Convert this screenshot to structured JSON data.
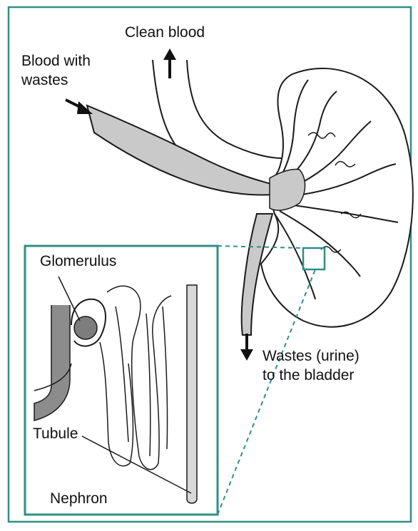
{
  "labels": {
    "clean_blood": "Clean blood",
    "blood_with_wastes_line1": "Blood with",
    "blood_with_wastes_line2": "wastes",
    "glomerulus": "Glomerulus",
    "wastes_line1": "Wastes (urine)",
    "wastes_line2": "to the bladder",
    "tubule": "Tubule",
    "nephron": "Nephron"
  },
  "colors": {
    "frame": "#2f8f86",
    "outline": "#1a1a1a",
    "vessel_fill": "#c9c9c9",
    "glomerulus_fill": "#7d7d7d",
    "tube_dark": "#8c8c8c"
  }
}
